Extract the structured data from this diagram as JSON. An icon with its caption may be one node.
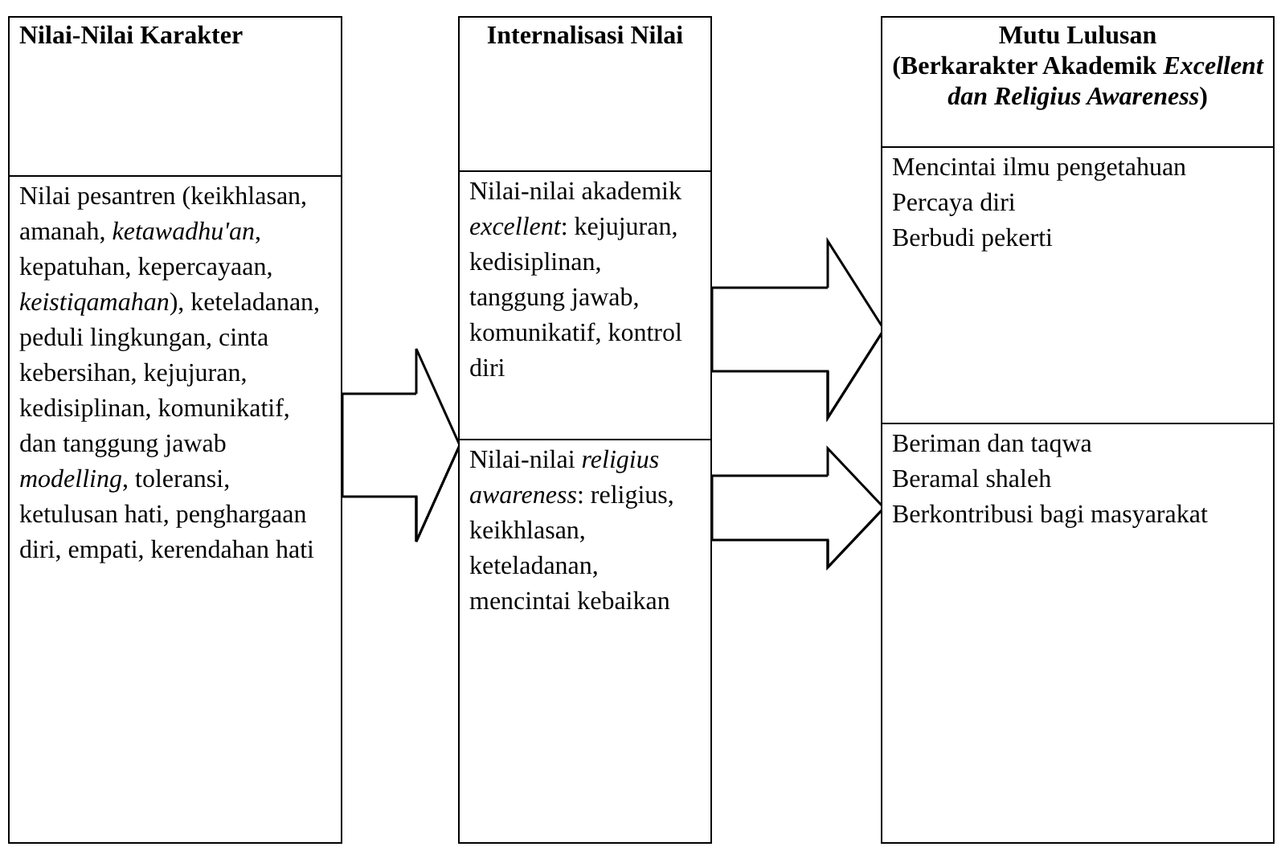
{
  "diagram": {
    "nodes": [
      {
        "text": [],
        "shape": "box"
      },
      {
        "text": [
          "Nilai-Nilai Karakter"
        ],
        "in": 0
      },
      {
        "text": [
          "Nilai pesantren (keikhlasan, amanah, *ketawadhu'an*, kepatuhan, kepercayaan, *keistiqamahan*), keteladanan, peduli lingkungan, cinta kebersihan, kejujuran, kedisiplinan, komunikatif, dan tanggung jawab *modelling*, toleransi, ketulusan hati, penghargaan diri, empati, kerendahan hati"
        ],
        "in": 0
      },
      {
        "text": [],
        "shape": "box"
      },
      {
        "text": [
          "Internalisasi Nilai"
        ],
        "in": 3
      },
      {
        "text": [
          "Nilai-nilai akademik *excellent*: kejujuran, kedisiplinan, tanggung jawab, komunikatif, kontrol diri"
        ],
        "in": 3
      },
      {
        "text": [
          "Nilai-nilai *religius awareness*: religius, keikhlasan, keteladanan, mencintai kebaikan"
        ],
        "in": 3
      },
      {
        "text": [],
        "shape": "box"
      },
      {
        "text": [
          "Mutu Lulusan",
          "(Berkarakter Akademik *Excellent dan Religius Awareness*)"
        ],
        "in": 7
      },
      {
        "text": [
          "Mencintai ilmu pengetahuan",
          "Percaya diri",
          "Berbudi pekerti"
        ],
        "in": 7
      },
      {
        "text": [
          "Beriman dan taqwa",
          "Beramal shaleh",
          "Berkontribusi bagi masyarakat"
        ],
        "in": 7
      }
    ],
    "edges": [
      {
        "from": 2,
        "to": 3,
        "arrow": "to"
      },
      {
        "from": 5,
        "to": 9,
        "arrow": "to"
      },
      {
        "from": 6,
        "to": 10,
        "arrow": "to"
      }
    ]
  }
}
